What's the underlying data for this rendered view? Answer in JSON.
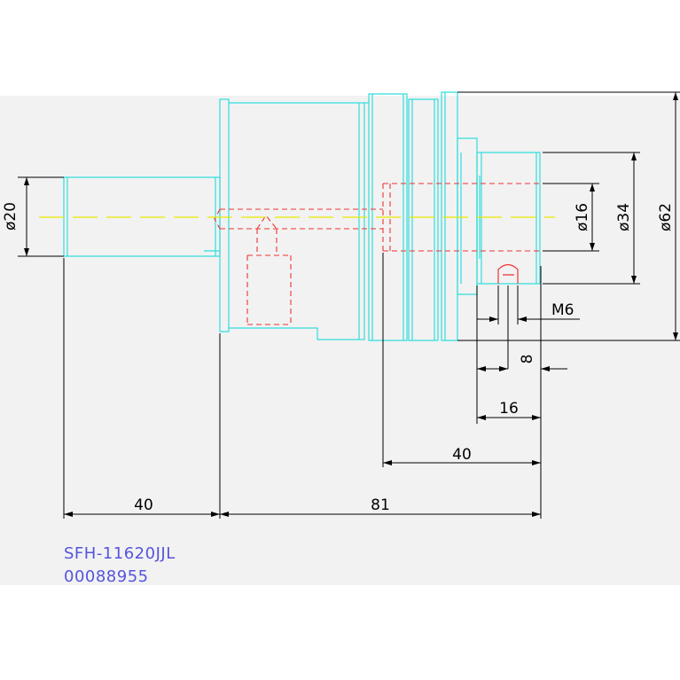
{
  "colors": {
    "background": "#ffffff",
    "drawing_area": "#f2f2f2",
    "part_outline": "#33dddd",
    "hidden_lines": "#ee3333",
    "center_line": "#e8e800",
    "dimension_lines": "#000000",
    "label_text": "#5555dd"
  },
  "dimensions": {
    "dia_shaft": "ø20",
    "dia_bore": "ø16",
    "dia_hub": "ø34",
    "dia_flange": "ø62",
    "thread": "M6",
    "length_shaft": "40",
    "length_body": "81",
    "length_bore": "40",
    "hub_width": "16",
    "hole_offset": "8"
  },
  "part": {
    "code": "SFH-11620JJL",
    "serial": "00088955"
  }
}
